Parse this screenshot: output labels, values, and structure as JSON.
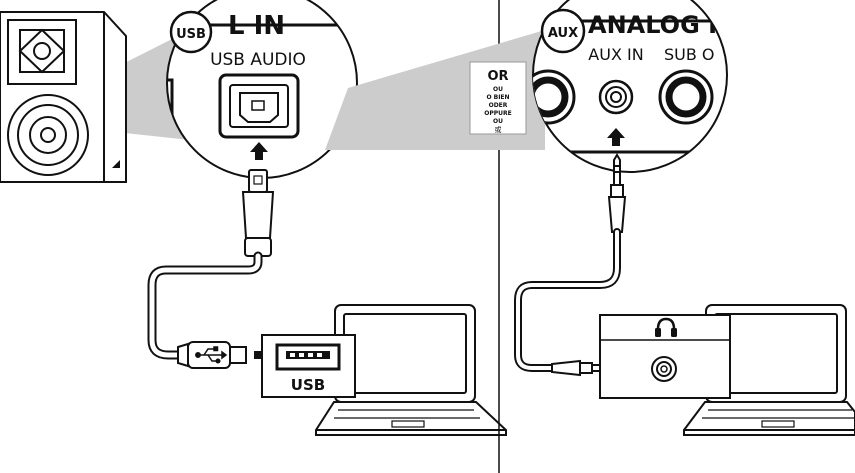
{
  "left_panel": {
    "badge": "USB",
    "heading_fragment": "L IN",
    "port_label": "USB AUDIO",
    "computer_port_label": "USB"
  },
  "or_note": {
    "main": "OR",
    "lines": [
      "OU",
      "O BIEN",
      "ODER",
      "OPPURE",
      "OU",
      "或"
    ]
  },
  "right_panel": {
    "badge": "AUX",
    "heading_fragment": "ANALOG IN",
    "port_label_aux": "AUX IN",
    "port_label_sub": "SUB O"
  },
  "icons": {
    "usb_symbol": "usb-symbol-icon",
    "headphones": "headphones-icon",
    "arrow": "arrow-icon"
  },
  "colors": {
    "line": "#111111",
    "grey_fill": "#cccccc",
    "background": "#ffffff"
  }
}
